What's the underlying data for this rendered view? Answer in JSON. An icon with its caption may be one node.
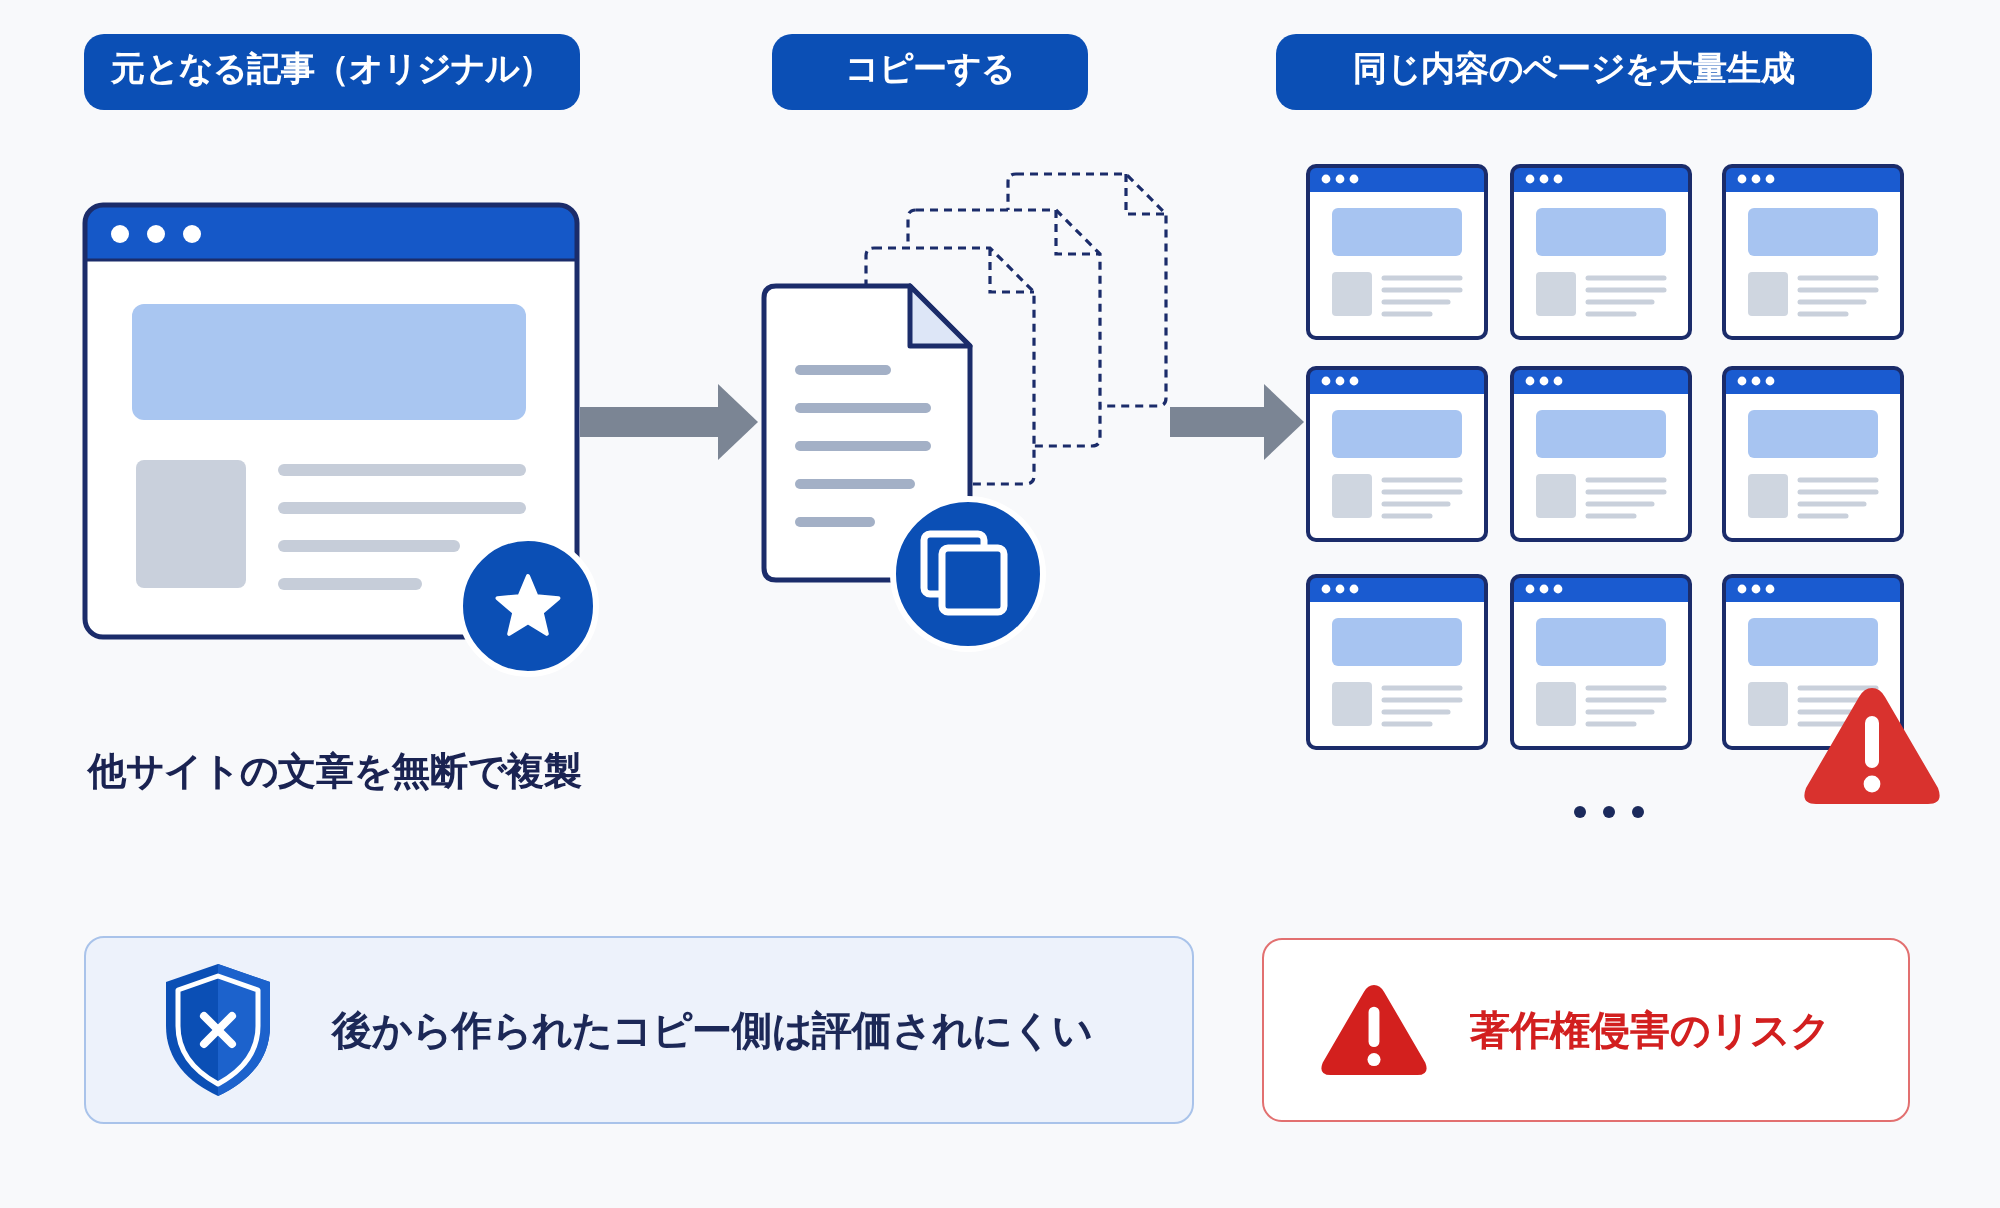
{
  "diagram": {
    "nodes": [
      {
        "text": [
          "元となる記事（オリジナル）"
        ]
      },
      {
        "text": [
          "コピーする"
        ]
      },
      {
        "text": [
          "同じ内容のページを大量生成"
        ]
      },
      {
        "text": [],
        "shape": "picture",
        "beside": [
          "他サイトの文章を無断で複製"
        ]
      },
      {
        "text": [],
        "shape": "picture"
      },
      {
        "text": [],
        "shape": "picture"
      },
      {
        "text": [
          "後から作られたコピー側は評価されにくい"
        ]
      },
      {
        "text": [
          "著作権侵害のリスク"
        ]
      }
    ],
    "edges": [
      {
        "from": 3,
        "to": 4,
        "arrow": "to"
      },
      {
        "from": 4,
        "to": 5,
        "arrow": "to"
      }
    ]
  }
}
